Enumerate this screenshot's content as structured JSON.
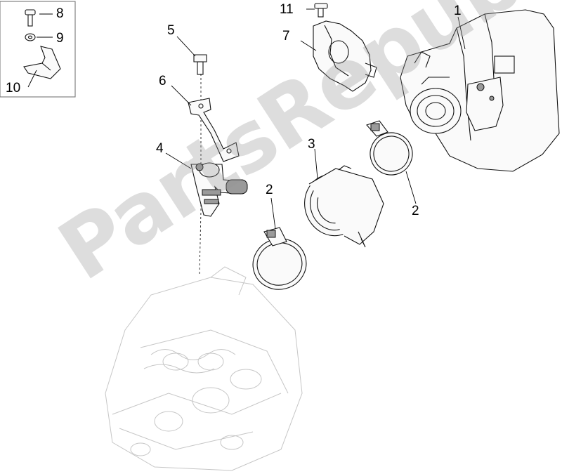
{
  "callouts": [
    {
      "id": "c1",
      "label": "1"
    },
    {
      "id": "c2a",
      "label": "2"
    },
    {
      "id": "c2b",
      "label": "2"
    },
    {
      "id": "c3",
      "label": "3"
    },
    {
      "id": "c4",
      "label": "4"
    },
    {
      "id": "c5",
      "label": "5"
    },
    {
      "id": "c6",
      "label": "6"
    },
    {
      "id": "c7",
      "label": "7"
    },
    {
      "id": "c8",
      "label": "8"
    },
    {
      "id": "c9",
      "label": "9"
    },
    {
      "id": "c10",
      "label": "10"
    },
    {
      "id": "c11",
      "label": "11"
    }
  ],
  "watermark": "PartsRepublik",
  "colors": {
    "line": "#111111",
    "ghost": "#c6c6c6",
    "watermark": "#969696"
  }
}
